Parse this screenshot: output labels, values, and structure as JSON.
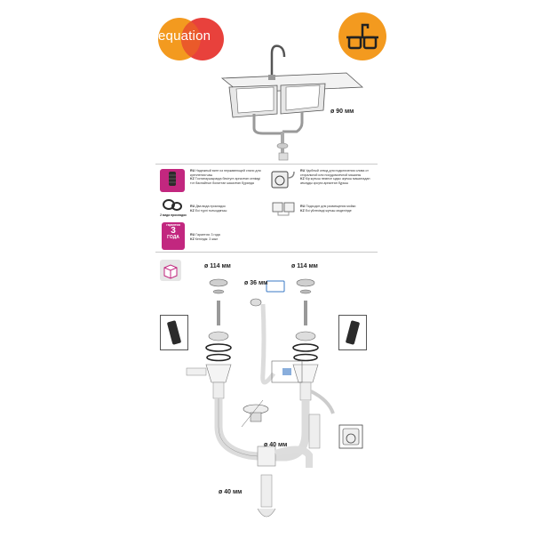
{
  "brand": {
    "name": "equation",
    "colors": {
      "orange": "#f39a1f",
      "red": "#e8413c",
      "magenta": "#c2277f",
      "grey": "#e6e6e6"
    }
  },
  "icons": {
    "sink_badge": "double-sink-icon",
    "package_icon": "box-icon",
    "washer_icon": "washing-machine-icon"
  },
  "dimensions": {
    "sink_outlet": "ø 90 мм",
    "left_strainer": "ø 114 мм",
    "right_strainer": "ø 114 мм",
    "overflow": "ø 36 мм",
    "trap_pipe": "ø 40 мм",
    "bottom_pipe": "ø 40 мм"
  },
  "features": {
    "stainless": {
      "ru": "Надежный винт из нержавеющей стали для крепления чаш",
      "kz": "Тостанаушыраққа бекітуге арналған сенімді тот баспайтын болаттан жасалған бұранда"
    },
    "gaskets_badge": "2 вида прокладок",
    "gaskets": {
      "ru": "Два вида прокладок",
      "kz": "Екі түрлі тығыздағыш"
    },
    "washer": {
      "ru": "Удобный отвод для подключения слива от стиральной или посудомоечной машины",
      "kz": "Кір жуғыш немесе ыдыс жуғыш машинадан ағызуды қосуға арналған бұрыш"
    },
    "double_sink": {
      "ru": "Подходит для размещения мойки",
      "kz": "Екі үйлесімді жуғыш моделінде"
    },
    "guarantee": {
      "label": "гарантия",
      "years": "3",
      "unit": "ГОДА",
      "ru": "Гарантия: 3 года",
      "kz": "Кепілдік: 3 жыл"
    }
  },
  "lang": {
    "ru": "RU",
    "kz": "KZ"
  }
}
